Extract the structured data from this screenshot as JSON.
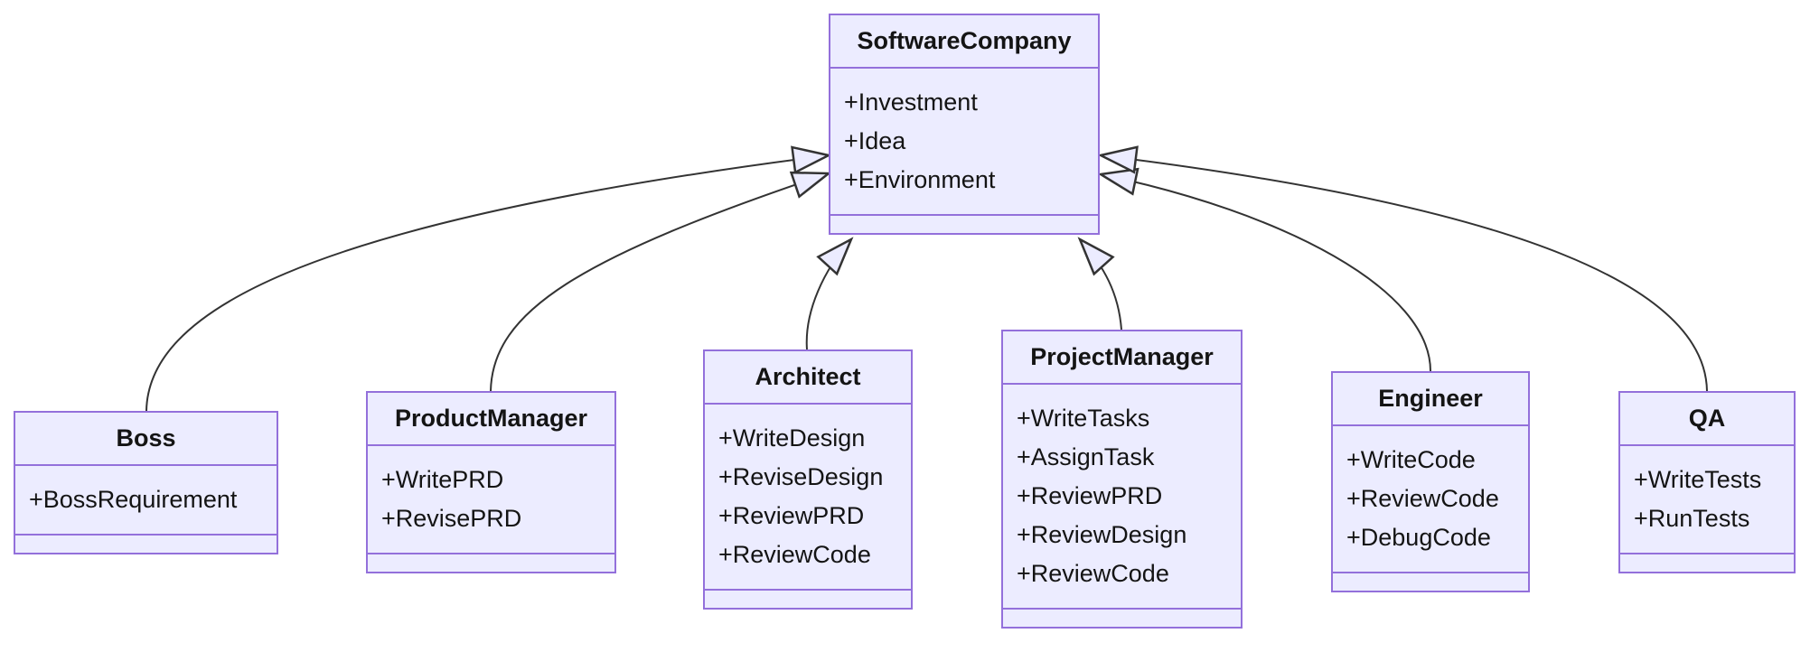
{
  "diagram": {
    "type": "uml-class-diagram",
    "classes": {
      "software_company": {
        "name": "SoftwareCompany",
        "attributes": [
          "+Investment",
          "+Idea",
          "+Environment"
        ]
      },
      "boss": {
        "name": "Boss",
        "attributes": [
          "+BossRequirement"
        ]
      },
      "product_manager": {
        "name": "ProductManager",
        "attributes": [
          "+WritePRD",
          "+RevisePRD"
        ]
      },
      "architect": {
        "name": "Architect",
        "attributes": [
          "+WriteDesign",
          "+ReviseDesign",
          "+ReviewPRD",
          "+ReviewCode"
        ]
      },
      "project_manager": {
        "name": "ProjectManager",
        "attributes": [
          "+WriteTasks",
          "+AssignTask",
          "+ReviewPRD",
          "+ReviewDesign",
          "+ReviewCode"
        ]
      },
      "engineer": {
        "name": "Engineer",
        "attributes": [
          "+WriteCode",
          "+ReviewCode",
          "+DebugCode"
        ]
      },
      "qa": {
        "name": "QA",
        "attributes": [
          "+WriteTests",
          "+RunTests"
        ]
      }
    },
    "relationships": [
      {
        "from": "Boss",
        "to": "SoftwareCompany",
        "type": "inheritance"
      },
      {
        "from": "ProductManager",
        "to": "SoftwareCompany",
        "type": "inheritance"
      },
      {
        "from": "Architect",
        "to": "SoftwareCompany",
        "type": "inheritance"
      },
      {
        "from": "ProjectManager",
        "to": "SoftwareCompany",
        "type": "inheritance"
      },
      {
        "from": "Engineer",
        "to": "SoftwareCompany",
        "type": "inheritance"
      },
      {
        "from": "QA",
        "to": "SoftwareCompany",
        "type": "inheritance"
      }
    ],
    "colors": {
      "class_fill": "#ECECFF",
      "class_border": "#9370DB",
      "edge_line": "#333333",
      "text": "#141414",
      "background": "#FFFFFF"
    }
  }
}
